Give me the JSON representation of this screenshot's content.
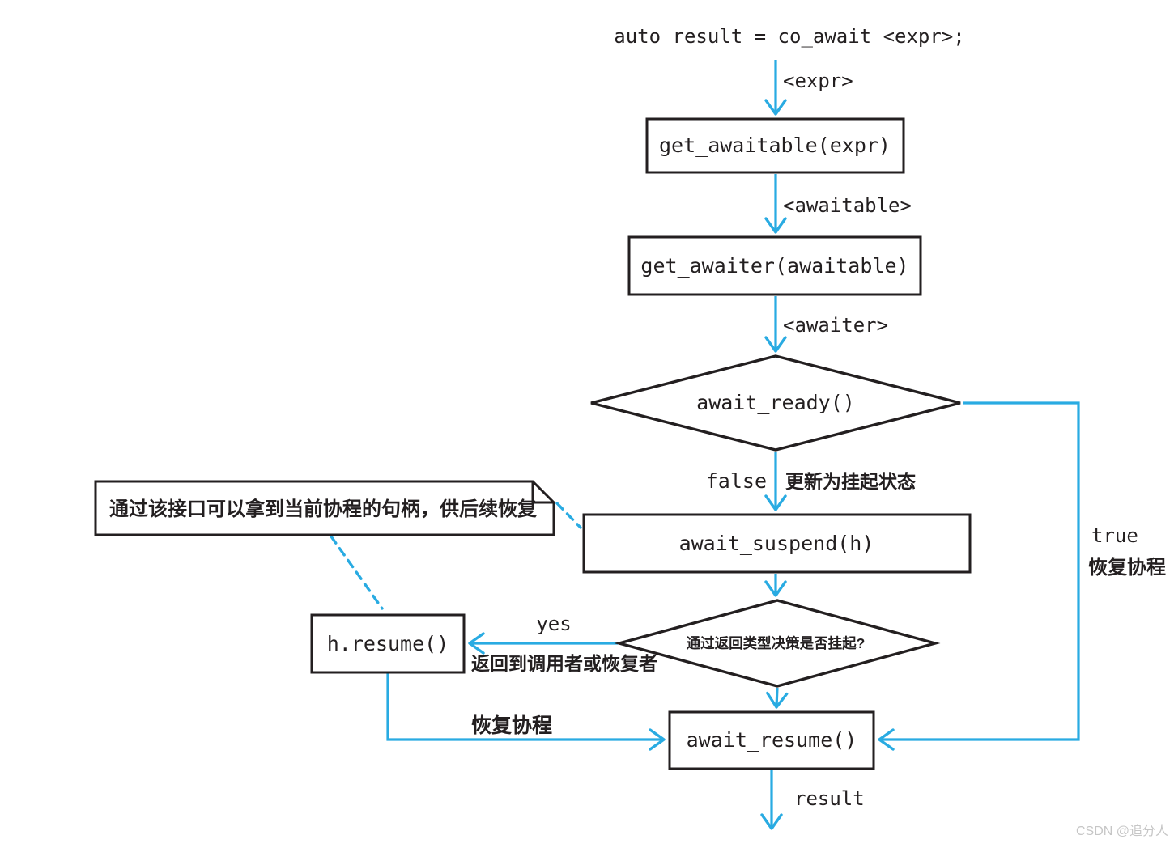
{
  "title_code": "auto result = co_await <expr>;",
  "colors": {
    "accent": "#29ABE2",
    "ink": "#231F20",
    "background": "#ffffff",
    "watermark": "#c6c6c6"
  },
  "nodes": {
    "get_awaitable": "get_awaitable(expr)",
    "get_awaiter": "get_awaiter(awaitable)",
    "await_ready": "await_ready()",
    "await_suspend": "await_suspend(h)",
    "suspend_decision": "通过返回类型决策是否挂起?",
    "h_resume": "h.resume()",
    "await_resume": "await_resume()"
  },
  "edge_labels": {
    "expr": "<expr>",
    "awaitable": "<awaitable>",
    "awaiter": "<awaiter>",
    "false_branch": "false",
    "false_note": "更新为挂起状态",
    "yes_branch": "yes",
    "yes_note": "返回到调用者或恢复者",
    "resume_coroutine_left": "恢复协程",
    "true_branch": "true",
    "true_note": "恢复协程",
    "result": "result"
  },
  "note_text": "通过该接口可以拿到当前协程的句柄，供后续恢复",
  "watermark": "CSDN @追分人"
}
